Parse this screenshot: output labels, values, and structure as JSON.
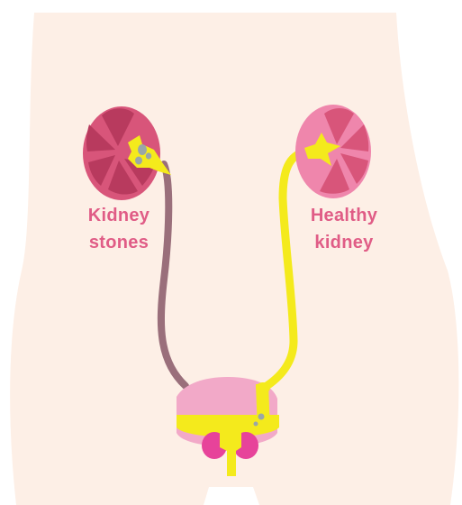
{
  "labels": {
    "kidney_stones": {
      "line1": "Kidney",
      "line2": "stones"
    },
    "healthy_kidney": {
      "line1": "Healthy",
      "line2": "kidney"
    }
  },
  "colors": {
    "background": "#ffffff",
    "body_skin": "#fdefe6",
    "kidney_diseased_outer": "#d8557a",
    "kidney_diseased_lobes": "#b83a5e",
    "kidney_healthy_outer": "#ef86ac",
    "kidney_healthy_lobes": "#d8557a",
    "urine_yellow": "#f4ea1c",
    "blocked_ureter": "#9a6f7b",
    "stone_gray": "#9aa6a8",
    "bladder_pink": "#f2a9c8",
    "prostate_magenta": "#e7439a",
    "label_text": "#e05c86"
  }
}
